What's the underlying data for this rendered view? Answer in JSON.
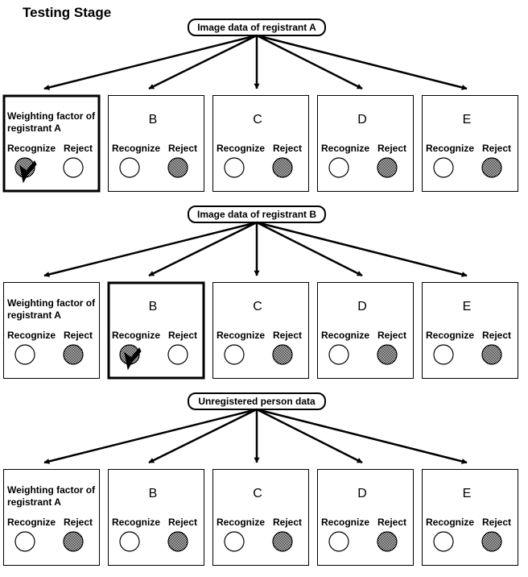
{
  "title": "Testing Stage",
  "colors": {
    "line": "#000000",
    "reject_fill": "#6a6a6a",
    "background": "#ffffff"
  },
  "panel_labels": {
    "recognize": "Recognize",
    "reject": "Reject"
  },
  "stages": [
    {
      "input_label": "Image data of registrant  A",
      "highlighted": 0,
      "panels": [
        {
          "line1": "Weighting factor of",
          "line2": "registrant  A",
          "recognize_filled": true,
          "reject_filled": false,
          "pointer_on": "recognize"
        },
        {
          "letter": "B",
          "recognize_filled": false,
          "reject_filled": true
        },
        {
          "letter": "C",
          "recognize_filled": false,
          "reject_filled": true
        },
        {
          "letter": "D",
          "recognize_filled": false,
          "reject_filled": true
        },
        {
          "letter": "E",
          "recognize_filled": false,
          "reject_filled": true
        }
      ]
    },
    {
      "input_label": "Image data of registrant  B",
      "highlighted": 1,
      "panels": [
        {
          "line1": "Weighting factor of",
          "line2": "registrant  A",
          "recognize_filled": false,
          "reject_filled": true
        },
        {
          "letter": "B",
          "recognize_filled": true,
          "reject_filled": false,
          "pointer_on": "recognize"
        },
        {
          "letter": "C",
          "recognize_filled": false,
          "reject_filled": true
        },
        {
          "letter": "D",
          "recognize_filled": false,
          "reject_filled": true
        },
        {
          "letter": "E",
          "recognize_filled": false,
          "reject_filled": true
        }
      ]
    },
    {
      "input_label": "Unregistered person data",
      "highlighted": -1,
      "panels": [
        {
          "line1": "Weighting factor of",
          "line2": "registrant  A",
          "recognize_filled": false,
          "reject_filled": true
        },
        {
          "letter": "B",
          "recognize_filled": false,
          "reject_filled": true
        },
        {
          "letter": "C",
          "recognize_filled": false,
          "reject_filled": true
        },
        {
          "letter": "D",
          "recognize_filled": false,
          "reject_filled": true
        },
        {
          "letter": "E",
          "recognize_filled": false,
          "reject_filled": true
        }
      ]
    }
  ]
}
